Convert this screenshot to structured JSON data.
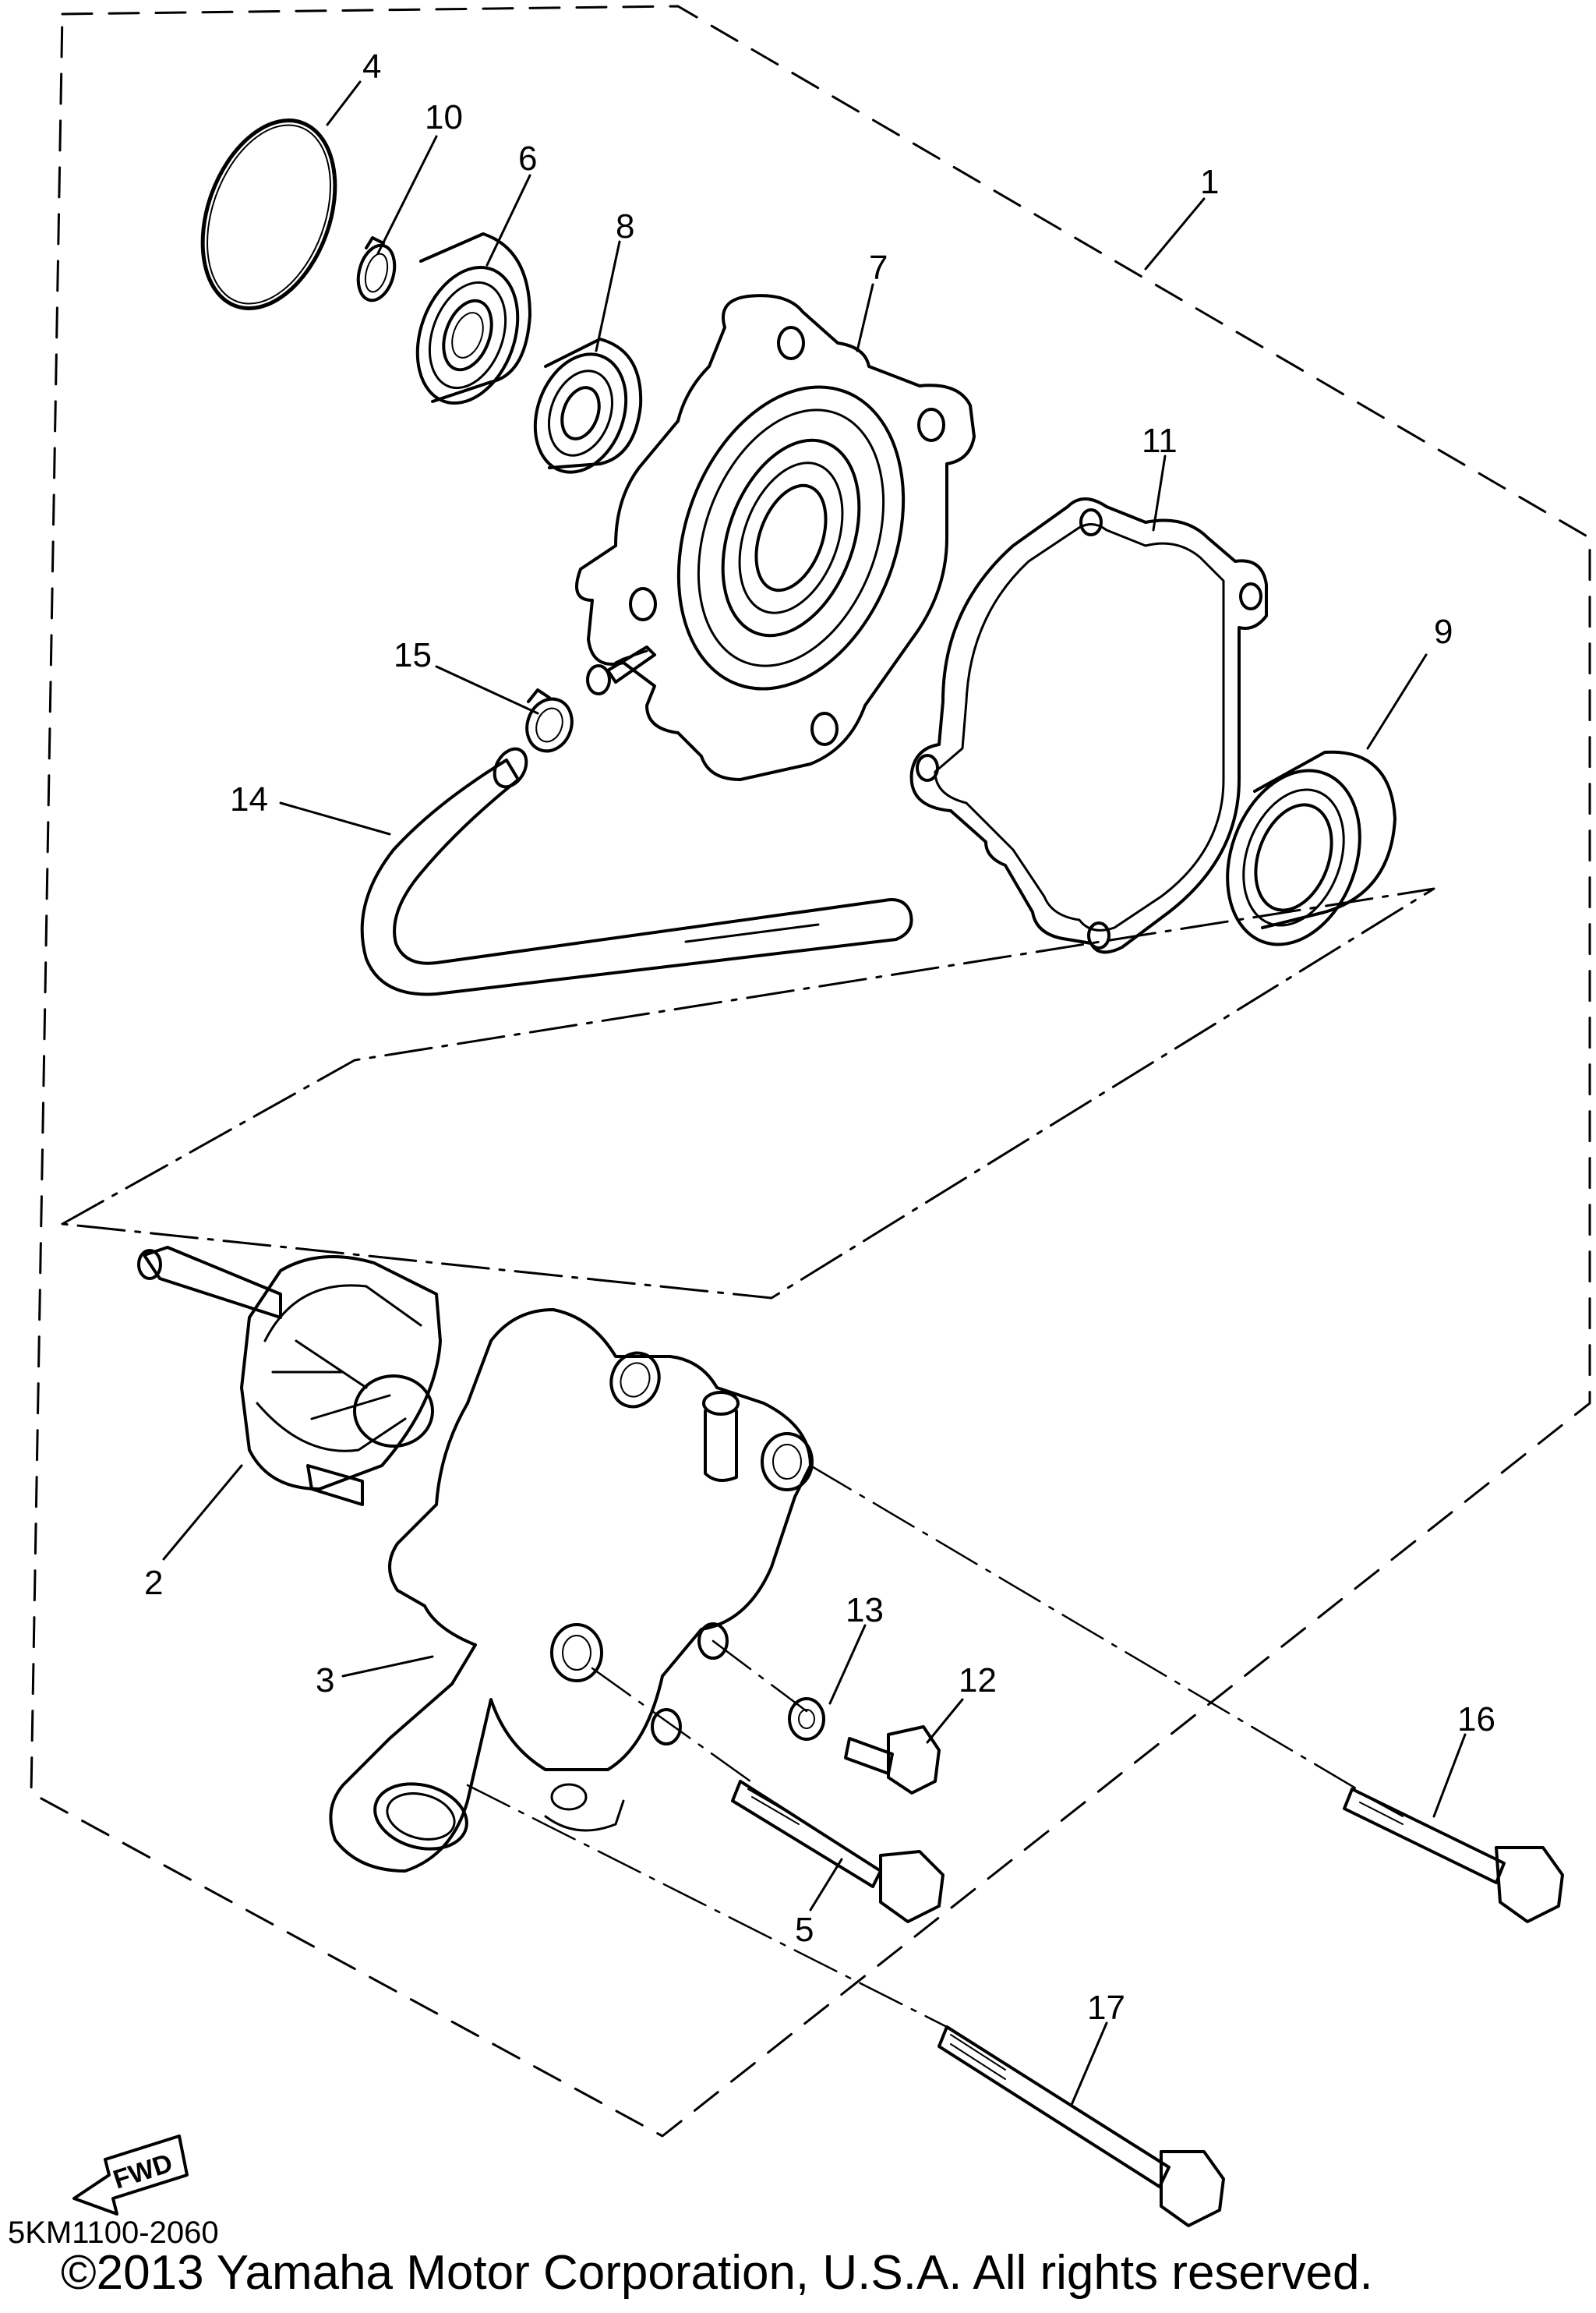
{
  "callouts": [
    {
      "id": "1",
      "label": "1"
    },
    {
      "id": "2",
      "label": "2"
    },
    {
      "id": "3",
      "label": "3"
    },
    {
      "id": "4",
      "label": "4"
    },
    {
      "id": "5",
      "label": "5"
    },
    {
      "id": "6",
      "label": "6"
    },
    {
      "id": "7",
      "label": "7"
    },
    {
      "id": "8",
      "label": "8"
    },
    {
      "id": "9",
      "label": "9"
    },
    {
      "id": "10",
      "label": "10"
    },
    {
      "id": "11",
      "label": "11"
    },
    {
      "id": "12",
      "label": "12"
    },
    {
      "id": "13",
      "label": "13"
    },
    {
      "id": "14",
      "label": "14"
    },
    {
      "id": "15",
      "label": "15"
    },
    {
      "id": "16",
      "label": "16"
    },
    {
      "id": "17",
      "label": "17"
    }
  ],
  "fwd_label": "FWD",
  "drawing_code": "5KM1100-2060",
  "copyright": "©2013 Yamaha Motor Corporation, U.S.A. All rights reserved."
}
